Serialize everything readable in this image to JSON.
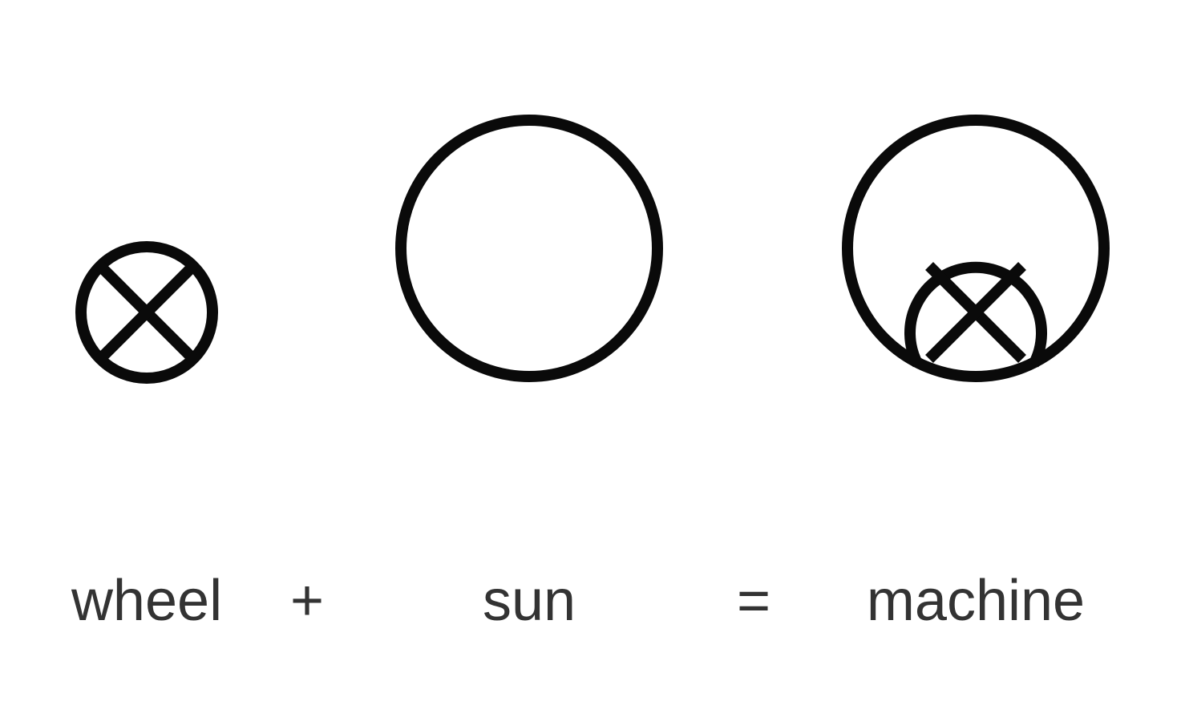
{
  "equation": {
    "term1": {
      "icon": "wheel-glyph",
      "label": "wheel"
    },
    "plus": "+",
    "term2": {
      "icon": "sun-glyph",
      "label": "sun"
    },
    "equals": "=",
    "result": {
      "icon": "machine-glyph",
      "label": "machine"
    }
  },
  "colors": {
    "stroke": "#0a0a0a",
    "text": "#333333",
    "background": "#ffffff"
  }
}
